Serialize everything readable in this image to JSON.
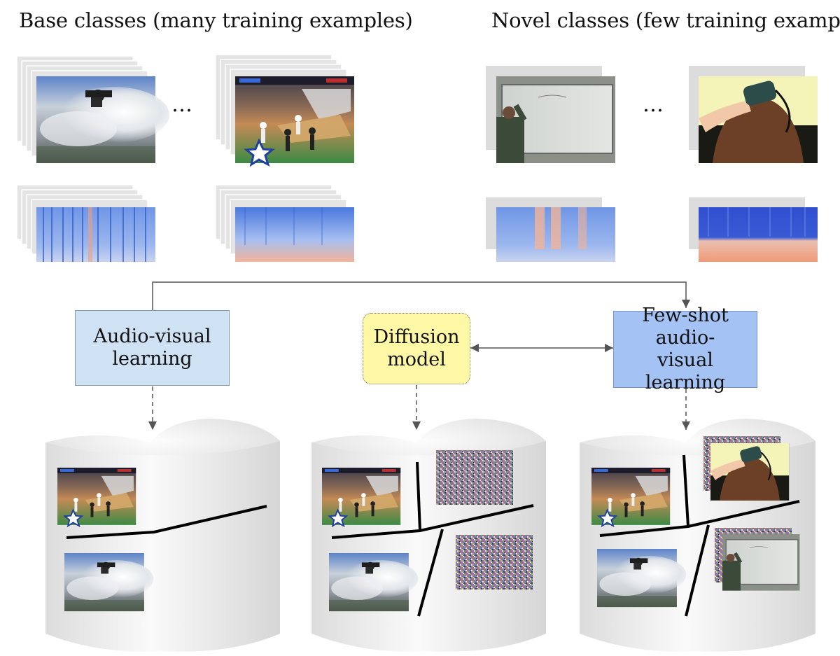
{
  "headings": {
    "base": "Base classes (many training examples)",
    "novel": "Novel classes (few training examples)"
  },
  "ellipsis": "…",
  "boxes": {
    "av_learning": "Audio-visual learning",
    "diffusion": "Diffusion model",
    "fewshot": "Few-shot audio-visual learning"
  },
  "colors": {
    "av_fill": "#cfe2f3",
    "diffusion_fill": "#fef7a5",
    "fewshot_fill": "#a4c2f4",
    "spectrogram_blue": "#3d6fd8",
    "spectrogram_warm": "#f0a080",
    "stack_gray": "#e0e0e0",
    "cylinder_gray": "#e6e6e6"
  },
  "thumbnails": {
    "base": [
      "skydiving-frame",
      "basketball-frame"
    ],
    "novel": [
      "whiteboard-frame",
      "hair-dryer-frame"
    ],
    "noise": "noise-sample"
  }
}
